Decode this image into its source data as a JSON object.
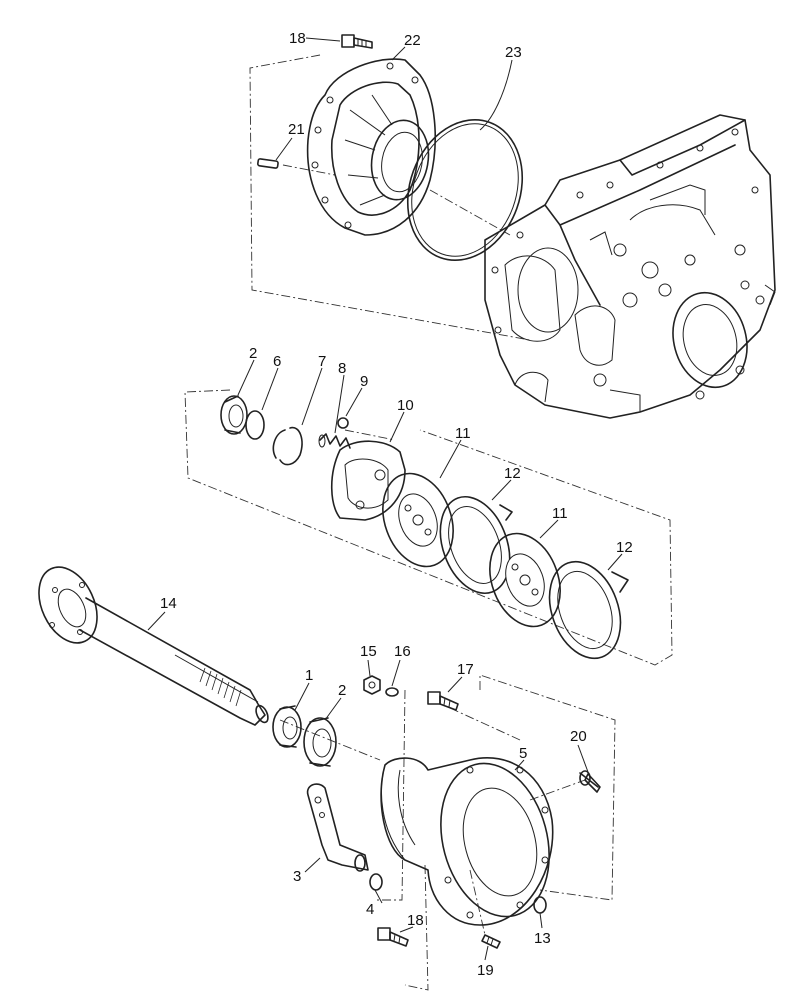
{
  "callouts": {
    "c1": "1",
    "c2a": "2",
    "c2b": "2",
    "c3": "3",
    "c4": "4",
    "c5": "5",
    "c6": "6",
    "c7": "7",
    "c8": "8",
    "c9": "9",
    "c10": "10",
    "c11a": "11",
    "c11b": "11",
    "c12a": "12",
    "c12b": "12",
    "c13": "13",
    "c14": "14",
    "c15": "15",
    "c16": "16",
    "c17": "17",
    "c18a": "18",
    "c18b": "18",
    "c19": "19",
    "c20": "20",
    "c21": "21",
    "c22": "22",
    "c23": "23"
  },
  "colors": {
    "line": "#222222",
    "background": "#ffffff"
  }
}
